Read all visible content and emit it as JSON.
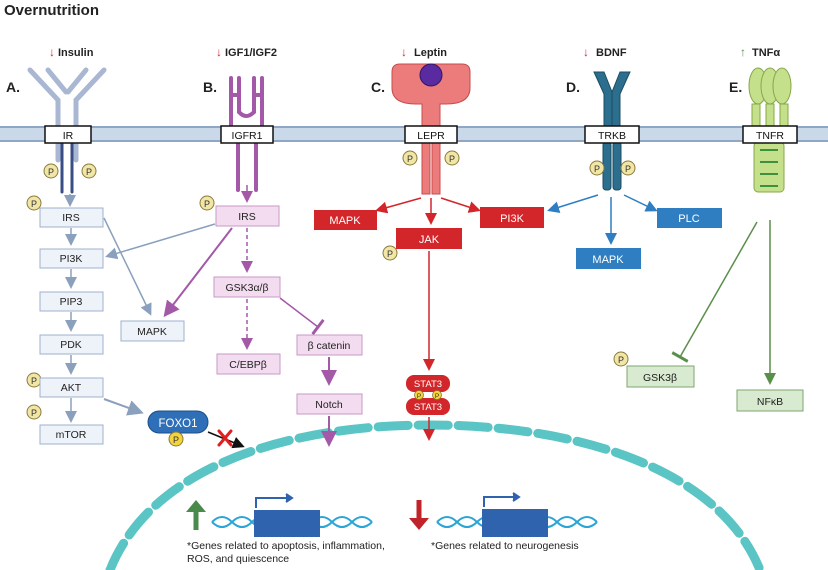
{
  "title": "Overnutrition",
  "colors": {
    "membrane": "#b7cbe0",
    "nucleus": "#5bc4c4",
    "red": "#d3262a",
    "blue": "#2f7ec2",
    "purple": "#a359a8",
    "green": "#5a8f4b",
    "grey_blue": "#8aa0bd"
  },
  "panels": {
    "A": {
      "letter": "A.",
      "ligand_arrow": "↓",
      "ligand": "Insulin",
      "receptor": "IR",
      "phospho": "P",
      "cascade": [
        "IRS",
        "PI3K",
        "PIP3",
        "PDK",
        "AKT",
        "mTOR"
      ],
      "side": "MAPK",
      "foxo": "FOXO1"
    },
    "B": {
      "letter": "B.",
      "ligand_arrow": "↓",
      "ligand": "IGF1/IGF2",
      "receptor": "IGFR1",
      "irs": "IRS",
      "gsk": "GSK3α/β",
      "cebp": "C/EBPβ",
      "catenin": "β catenin",
      "notch": "Notch"
    },
    "C": {
      "letter": "C.",
      "ligand_arrow": "↓",
      "ligand": "Leptin",
      "receptor": "LEPR",
      "mapk": "MAPK",
      "jak": "JAK",
      "pi3k": "PI3K",
      "stat_top": "STAT3",
      "stat_bottom": "STAT3"
    },
    "D": {
      "letter": "D.",
      "ligand_arrow": "↓",
      "ligand": "BDNF",
      "receptor": "TRKB",
      "mapk": "MAPK",
      "plc": "PLC"
    },
    "E": {
      "letter": "E.",
      "ligand_arrow": "↑",
      "ligand": "TNFα",
      "receptor": "TNFR",
      "gsk": "GSK3β",
      "nfkb": "NFκB"
    }
  },
  "nucleus": {
    "up_note_line1": "*Genes related to apoptosis, inflammation,",
    "up_note_line2": "ROS, and quiescence",
    "down_note": "*Genes related to neurogenesis"
  }
}
